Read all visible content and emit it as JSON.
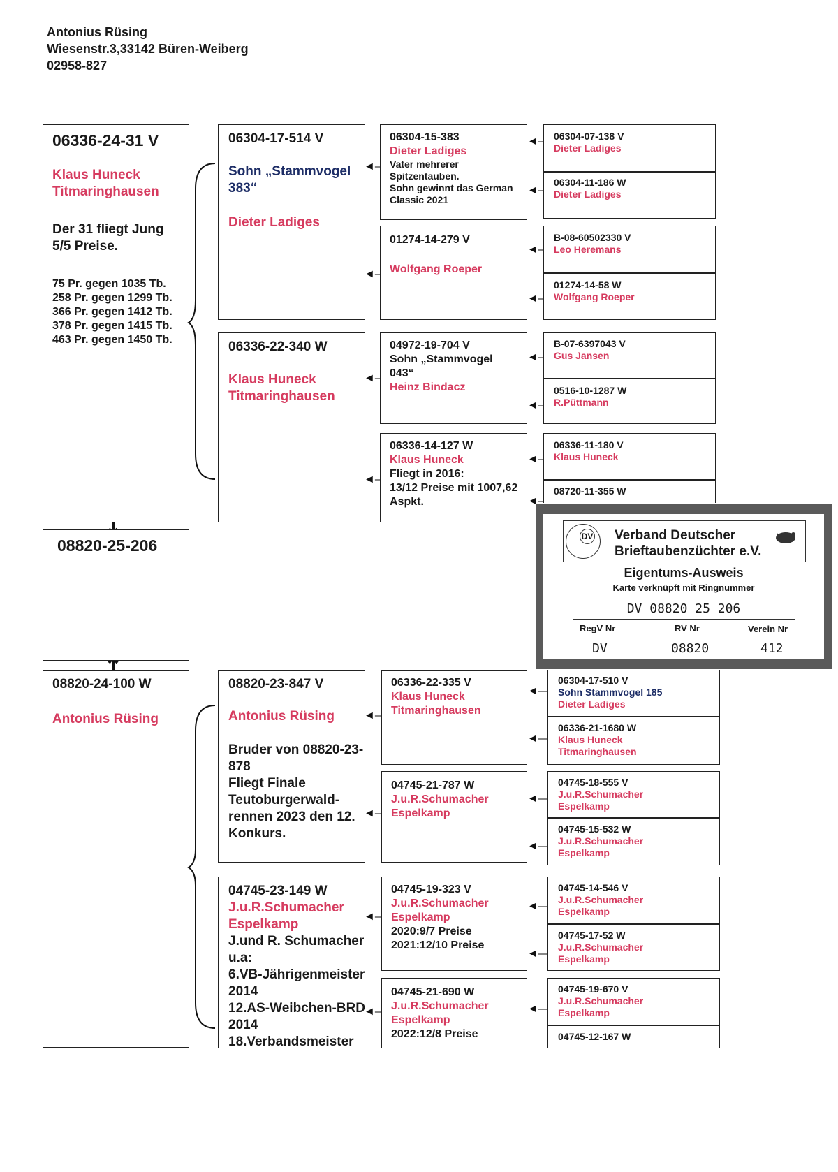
{
  "header": {
    "name": "Antonius Rüsing",
    "address": "Wiesenstr.3,33142 Büren-Weiberg",
    "phone": "02958-827"
  },
  "father": {
    "ring": "06336-24-31 V",
    "breeder_line1": "Klaus Huneck",
    "breeder_line2": "Titmaringhausen",
    "note_line1": "Der 31 fliegt Jung",
    "note_line2": "5/5 Preise.",
    "prizes": [
      "75 Pr. gegen 1035 Tb.",
      "258 Pr. gegen 1299 Tb.",
      "366 Pr. gegen 1412 Tb.",
      "378 Pr. gegen 1415 Tb.",
      "463 Pr. gegen 1450 Tb."
    ]
  },
  "subject": {
    "ring": "08820-25-206"
  },
  "mother": {
    "ring": "08820-24-100 W",
    "breeder": "Antonius Rüsing"
  },
  "ff": {
    "ring": "06304-17-514 V",
    "line1": "Sohn „Stammvogel",
    "line2": "383“",
    "breeder": "Dieter Ladiges"
  },
  "fm": {
    "ring": "06336-22-340 W",
    "breeder_line1": "Klaus Huneck",
    "breeder_line2": "Titmaringhausen"
  },
  "fff": {
    "ring": "06304-15-383",
    "breeder": "Dieter Ladiges",
    "notes": [
      "Vater mehrerer",
      "Spitzentauben.",
      "Sohn gewinnt das German",
      "Classic 2021"
    ]
  },
  "ffm": {
    "ring": "01274-14-279 V",
    "breeder": "Wolfgang Roeper"
  },
  "fmf": {
    "ring": "04972-19-704 V",
    "line1": "Sohn „Stammvogel",
    "line2": "043“",
    "breeder": "Heinz Bindacz"
  },
  "fmm": {
    "ring": "06336-14-127 W",
    "breeder": "Klaus Huneck",
    "notes": [
      "Fliegt in 2016:",
      "13/12 Preise mit 1007,62",
      "Aspkt."
    ]
  },
  "gg_father_side": [
    {
      "ring": "06304-07-138 V",
      "breeder": "Dieter Ladiges"
    },
    {
      "ring": "06304-11-186  W",
      "breeder": "Dieter Ladiges"
    },
    {
      "ring": "B-08-60502330 V",
      "breeder": "Leo Heremans"
    },
    {
      "ring": "01274-14-58 W",
      "breeder": "Wolfgang Roeper"
    },
    {
      "ring": "B-07-6397043 V",
      "breeder": "Gus Jansen"
    },
    {
      "ring": "0516-10-1287 W",
      "breeder": "R.Püttmann"
    },
    {
      "ring": "06336-11-180 V",
      "breeder": "Klaus Huneck"
    },
    {
      "ring": "08720-11-355 W",
      "breeder": ""
    }
  ],
  "mf": {
    "ring": "08820-23-847 V",
    "breeder": "Antonius Rüsing",
    "notes": [
      "Bruder von 08820-23-",
      "878",
      "Fliegt Finale",
      "Teutoburgerwald-",
      "rennen 2023 den 12.",
      "Konkurs."
    ]
  },
  "mm": {
    "ring": "04745-23-149 W",
    "breeder_line1": "J.u.R.Schumacher",
    "breeder_line2": "Espelkamp",
    "notes": [
      "J.und R. Schumacher",
      "u.a:",
      "6.VB-Jährigenmeister",
      "2014",
      "12.AS-Weibchen-BRD",
      "2014",
      "18.Verbandsmeister"
    ]
  },
  "mff": {
    "ring": "06336-22-335 V",
    "breeder_line1": "Klaus Huneck",
    "breeder_line2": "Titmaringhausen"
  },
  "mfm": {
    "ring": "04745-21-787 W",
    "breeder_line1": "J.u.R.Schumacher",
    "breeder_line2": "Espelkamp"
  },
  "mmf": {
    "ring": "04745-19-323 V",
    "breeder_line1": "J.u.R.Schumacher",
    "breeder_line2": "Espelkamp",
    "notes": [
      "2020:9/7 Preise",
      "2021:12/10 Preise"
    ]
  },
  "mmm": {
    "ring": "04745-21-690 W",
    "breeder_line1": "J.u.R.Schumacher",
    "breeder_line2": "Espelkamp",
    "notes": [
      "2022:12/8 Preise"
    ]
  },
  "gg_mother_side": [
    {
      "ring": "06304-17-510 V",
      "line2": "Sohn Stammvogel 185",
      "breeder": "Dieter Ladiges"
    },
    {
      "ring": "06336-21-1680 W",
      "breeder": "Klaus Huneck",
      "breeder2": "Titmaringhausen"
    },
    {
      "ring": "04745-18-555 V",
      "breeder": "J.u.R.Schumacher",
      "breeder2": "Espelkamp"
    },
    {
      "ring": "04745-15-532 W",
      "breeder": "J.u.R.Schumacher",
      "breeder2": "Espelkamp"
    },
    {
      "ring": "04745-14-546 V",
      "breeder": "J.u.R.Schumacher",
      "breeder2": "Espelkamp"
    },
    {
      "ring": "04745-17-52 W",
      "breeder": "J.u.R.Schumacher",
      "breeder2": "Espelkamp"
    },
    {
      "ring": "04745-19-670 V",
      "breeder": "J.u.R.Schumacher",
      "breeder2": "Espelkamp"
    },
    {
      "ring": "04745-12-167 W"
    }
  ],
  "certificate": {
    "org_line1": "Verband Deutscher",
    "org_line2": "Brieftaubenzüchter e.V.",
    "logo_letters": "DV",
    "title": "Eigentums-Ausweis",
    "subtitle": "Karte verknüpft mit Ringnummer",
    "ring_number": "DV 08820 25 206",
    "col1_label": "RegV Nr",
    "col2_label": "RV Nr",
    "col3_label": "Verein Nr",
    "col1_value": "DV",
    "col2_value": "08820",
    "col3_value": "412"
  },
  "colors": {
    "breeder_red": "#d63b5f",
    "navy": "#1d2d66",
    "border": "#222222",
    "cert_frame": "#5a5a5a"
  }
}
